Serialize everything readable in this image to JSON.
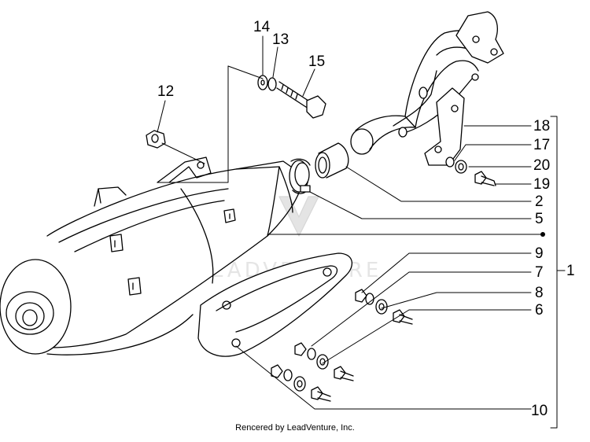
{
  "diagram": {
    "callouts": {
      "c1": "1",
      "c2": "2",
      "c5": "5",
      "c6": "6",
      "c7": "7",
      "c8": "8",
      "c9": "9",
      "c10": "10",
      "c12": "12",
      "c13": "13",
      "c14": "14",
      "c15": "15",
      "c17": "17",
      "c18": "18",
      "c19": "19",
      "c20": "20"
    },
    "watermark": "LEADVENTURE",
    "footer": "Rencered by LeadVenture, Inc."
  }
}
